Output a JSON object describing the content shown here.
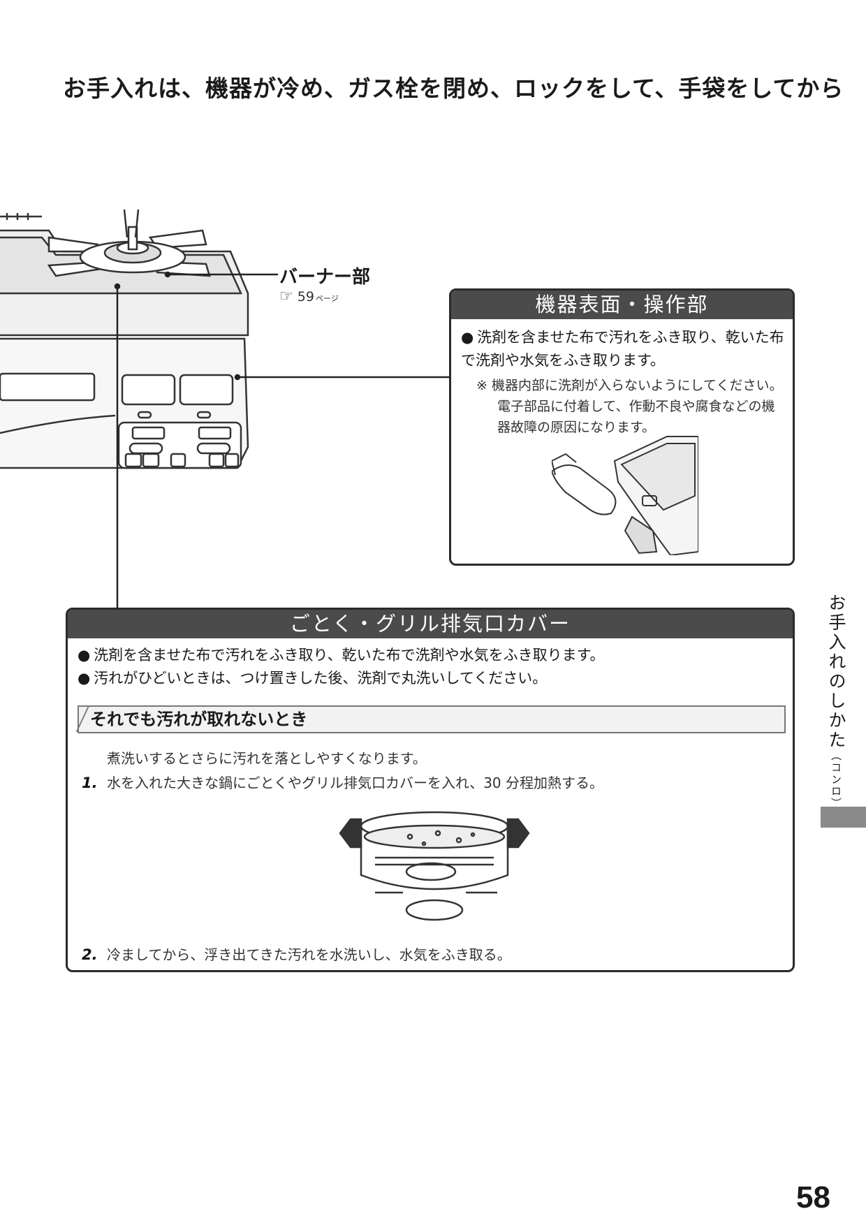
{
  "headline": "お手入れは、機器が冷め、ガス栓を閉め、ロックをして、手袋をしてから",
  "burner": {
    "label": "バーナー部",
    "ref_page": "59",
    "ref_unit": "ページ",
    "ref_icon": "pointing-hand-icon"
  },
  "surface_box": {
    "title": "機器表面・操作部",
    "bullet": "洗剤を含ませた布で汚れをふき取り、乾いた布で洗剤や水気をふき取ります。",
    "note_mark": "※",
    "note": "機器内部に洗剤が入らないようにしてください。電子部品に付着して、作動不良や腐食などの機器故障の原因になります。"
  },
  "gotoku_box": {
    "title": "ごとく・グリル排気口カバー",
    "bullets": [
      "洗剤を含ませた布で汚れをふき取り、乾いた布で洗剤や水気をふき取ります。",
      "汚れがひどいときは、つけ置きした後、洗剤で丸洗いしてください。"
    ],
    "sub_heading": "それでも汚れが取れないとき",
    "intro": "煮洗いするとさらに汚れを落としやすくなります。",
    "steps": [
      {
        "num": "1.",
        "text": "水を入れた大きな鍋にごとくやグリル排気口カバーを入れ、30 分程加熱する。"
      },
      {
        "num": "2.",
        "text": "冷ましてから、浮き出てきた汚れを水洗いし、水気をふき取る。"
      }
    ]
  },
  "side_tab": {
    "main": "お手入れのしかた",
    "sub": "（コンロ）"
  },
  "page_number": "58",
  "colors": {
    "header_bg": "#4b4b4b",
    "tab_bar": "#8a8a8a"
  }
}
